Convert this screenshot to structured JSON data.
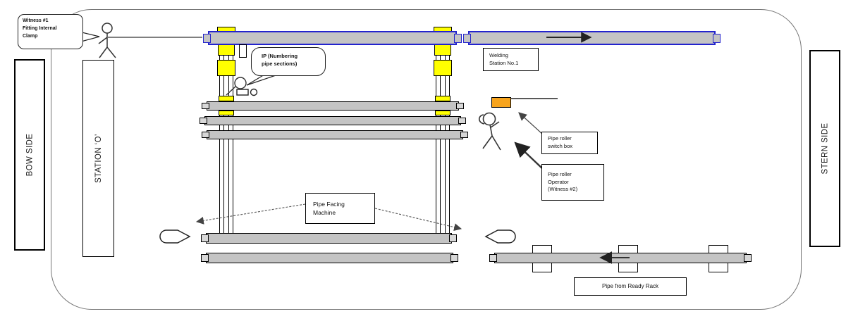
{
  "sides": {
    "bow": "BOW SIDE",
    "station": "STATION ‘O’",
    "stern": "STERN SIDE"
  },
  "callouts": {
    "witness1": "Witness #1\nFitting Internal\nClamp",
    "ip": "IP (Numbering\npipe sections)"
  },
  "labels": {
    "welding_station": "Welding\nStation No.1",
    "switch_box": "Pipe roller\nswitch box",
    "operator": "Pipe roller\nOperator\n(Witness #2)",
    "facing_machine": "Pipe Facing\nMachine",
    "ready_rack": "Pipe from Ready Rack"
  },
  "colors": {
    "pipe_fill_gray": "#c4c4c4",
    "pipe_outline_blue": "#2323cd",
    "stand_clamp_yellow": "#ffff00",
    "switch_box_orange": "#f7a41d",
    "boundary_gray": "#767676"
  },
  "icons": {
    "flow_arrow_right": "arrow pointing right on welding-line pipe",
    "flow_arrow_left": "arrow pointing left on ready-rack pipe",
    "stick_figures": [
      "witness1-figure",
      "ip-figure",
      "operator-figure"
    ]
  }
}
